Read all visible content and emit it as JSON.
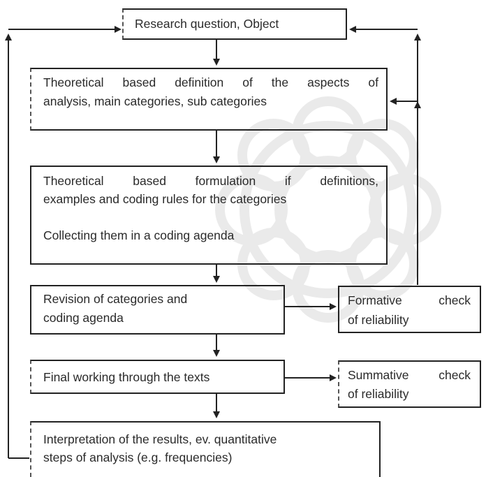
{
  "boxes": {
    "research_question": "Research question, Object",
    "theoretical_definition": {
      "line1": "Theoretical based definition of the aspects of",
      "line2": "analysis, main categories, sub categories"
    },
    "formulation": {
      "line1": "Theoretical based formulation if definitions,",
      "line2": "examples and coding rules for the categories",
      "line3": "Collecting them in a coding agenda"
    },
    "revision": {
      "line1": "Revision of categories and",
      "line2": "coding agenda"
    },
    "formative_check": {
      "line1": "Formative check",
      "line2": "of reliability"
    },
    "final_working": "Final working through the texts",
    "summative_check": {
      "line1": "Summative check",
      "line2": "of reliability"
    },
    "interpretation": {
      "line1": "Interpretation of the results, ev. quantitative",
      "line2": "steps of analysis (e.g. frequencies)"
    }
  },
  "colors": {
    "line": "#222222",
    "watermark": "#d9d9d9"
  }
}
